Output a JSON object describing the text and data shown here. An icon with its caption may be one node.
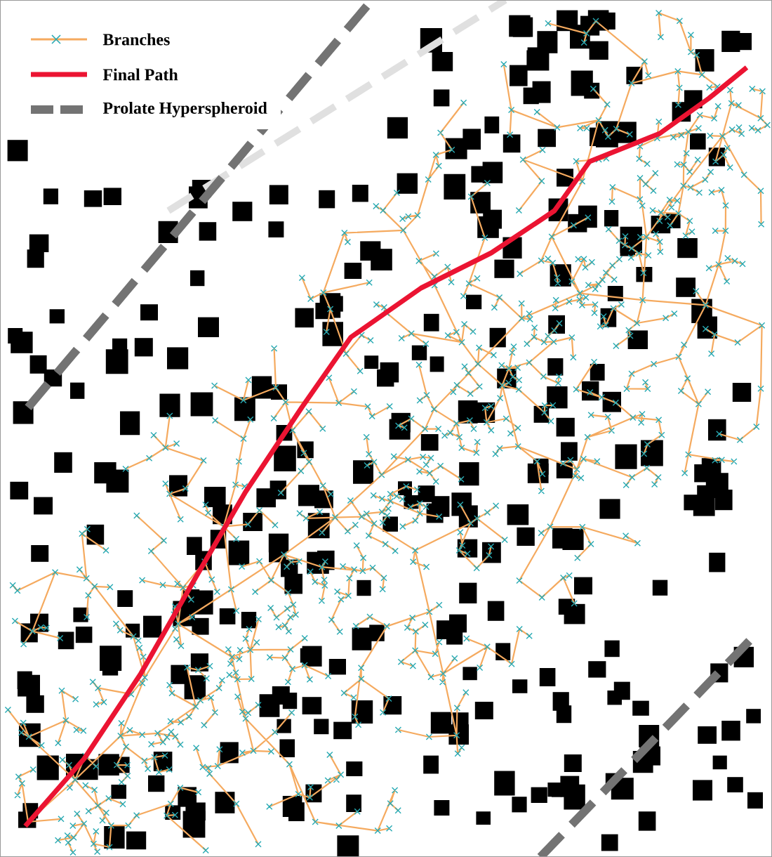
{
  "diagram": {
    "legend": [
      {
        "text": "Branches"
      },
      {
        "text": "Final Path"
      },
      {
        "text": "Prolate Hyperspheroid"
      }
    ]
  }
}
